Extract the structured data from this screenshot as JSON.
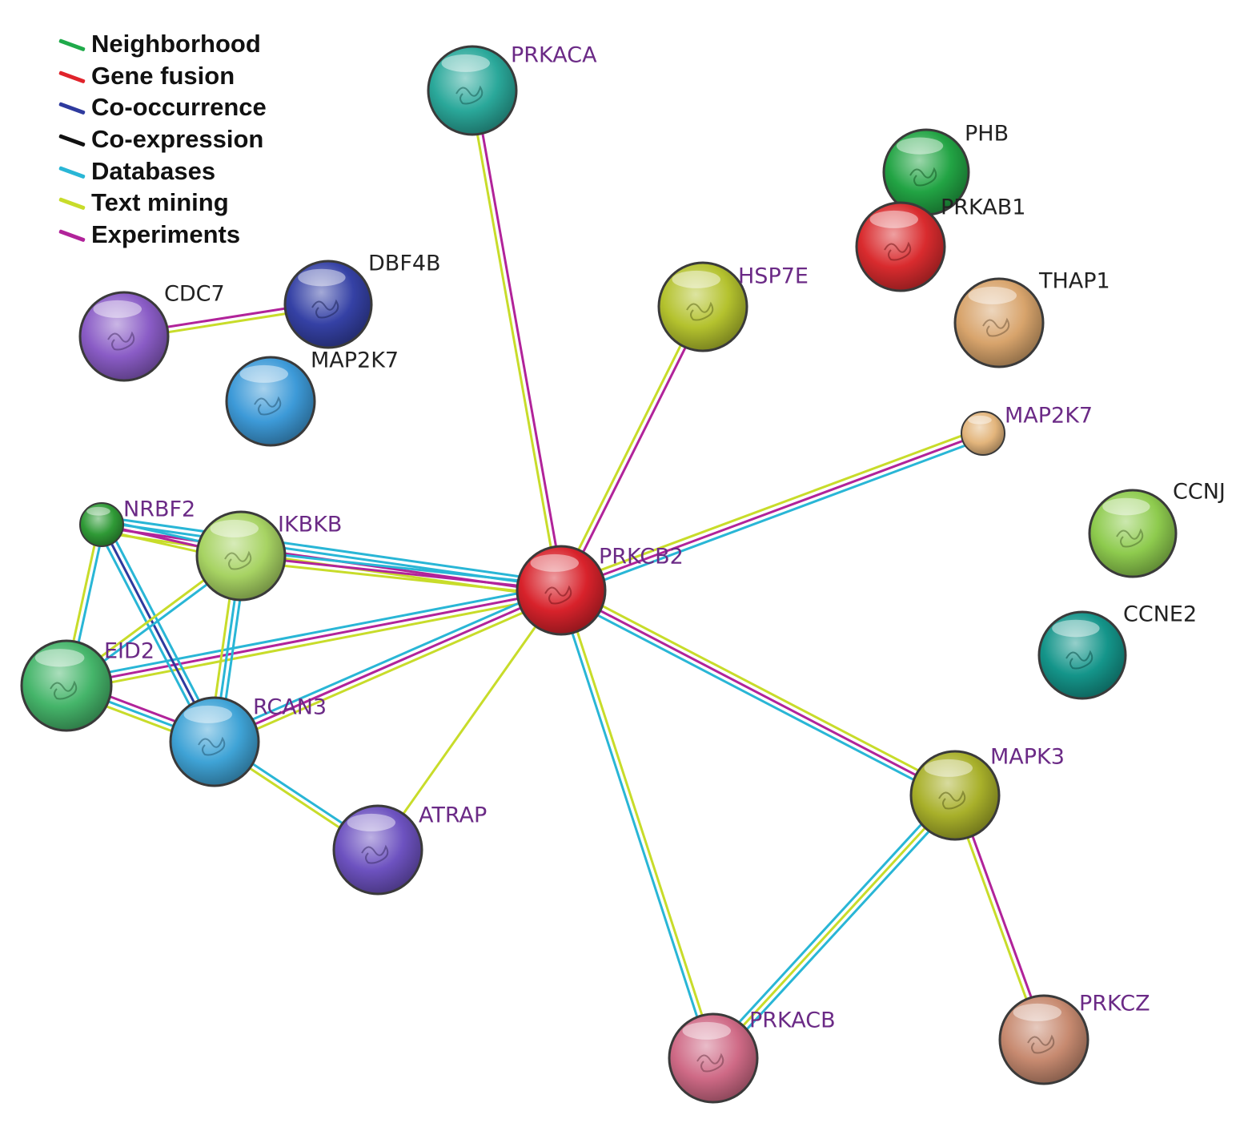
{
  "legend": [
    {
      "label": "Neighborhood",
      "color": "#1faa4a"
    },
    {
      "label": "Gene fusion",
      "color": "#e0232b"
    },
    {
      "label": "Co-occurrence",
      "color": "#2e3a9e"
    },
    {
      "label": "Co-expression",
      "color": "#111111"
    },
    {
      "label": "Databases",
      "color": "#29b6d6"
    },
    {
      "label": "Text mining",
      "color": "#c8dc2a"
    },
    {
      "label": "Experiments",
      "color": "#b1239a"
    }
  ],
  "nodes": [
    {
      "id": "PRKACA",
      "label": "PRKACA",
      "color": "#2aa89a",
      "label_color": "#6b2a86",
      "icon": "protein-structure-sphere"
    },
    {
      "id": "PHB",
      "label": "PHB",
      "color": "#22a444",
      "label_color": "#222222",
      "icon": "protein-structure-sphere"
    },
    {
      "id": "PRKAB1",
      "label": "PRKAB1",
      "color": "#d92b2e",
      "label_color": "#222222",
      "icon": "protein-structure-sphere"
    },
    {
      "id": "DBF4B",
      "label": "DBF4B",
      "color": "#3541a5",
      "label_color": "#222222",
      "icon": "protein-structure-sphere"
    },
    {
      "id": "CDC7",
      "label": "CDC7",
      "color": "#8a5cc6",
      "label_color": "#222222",
      "icon": "protein-structure-sphere"
    },
    {
      "id": "HSP7E",
      "label": "HSP7E",
      "color": "#b4c22e",
      "label_color": "#6b2a86",
      "icon": "protein-structure-sphere"
    },
    {
      "id": "THAP1",
      "label": "THAP1",
      "color": "#d8a46c",
      "label_color": "#222222",
      "icon": "protein-structure-sphere"
    },
    {
      "id": "MAP2K7_a",
      "label": "MAP2K7",
      "color": "#3d9ad8",
      "label_color": "#222222",
      "icon": "protein-structure-sphere"
    },
    {
      "id": "MAP2K7_b",
      "label": "MAP2K7",
      "color": "#e3b57c",
      "label_color": "#6b2a86",
      "icon": "protein-structure-sphere"
    },
    {
      "id": "CCNJ",
      "label": "CCNJ",
      "color": "#8ecb4e",
      "label_color": "#222222",
      "icon": "protein-structure-sphere"
    },
    {
      "id": "CCNE2",
      "label": "CCNE2",
      "color": "#14958a",
      "label_color": "#222222",
      "icon": "protein-structure-sphere"
    },
    {
      "id": "NRBF2",
      "label": "NRBF2",
      "color": "#2f9a36",
      "label_color": "#6b2a86",
      "icon": "protein-structure-sphere"
    },
    {
      "id": "IKBKB",
      "label": "IKBKB",
      "color": "#a7d363",
      "label_color": "#6b2a86",
      "icon": "protein-structure-sphere"
    },
    {
      "id": "PRKCB2",
      "label": "PRKCB2",
      "color": "#d8222b",
      "label_color": "#6b2a86",
      "icon": "protein-structure-sphere"
    },
    {
      "id": "EID2",
      "label": "EID2",
      "color": "#45b56a",
      "label_color": "#6b2a86",
      "icon": "protein-structure-sphere"
    },
    {
      "id": "RCAN3",
      "label": "RCAN3",
      "color": "#3fa3d6",
      "label_color": "#6b2a86",
      "icon": "protein-structure-sphere"
    },
    {
      "id": "ATRAP",
      "label": "ATRAP",
      "color": "#6d52c0",
      "label_color": "#6b2a86",
      "icon": "protein-structure-sphere"
    },
    {
      "id": "MAPK3",
      "label": "MAPK3",
      "color": "#a8b02a",
      "label_color": "#6b2a86",
      "icon": "protein-structure-sphere"
    },
    {
      "id": "PRKACB",
      "label": "PRKACB",
      "color": "#cf6a86",
      "label_color": "#6b2a86",
      "icon": "protein-structure-sphere"
    },
    {
      "id": "PRKCZ",
      "label": "PRKCZ",
      "color": "#c78a70",
      "label_color": "#6b2a86",
      "icon": "protein-structure-sphere"
    }
  ],
  "edges": [
    {
      "source": "PRKACA",
      "target": "PRKCB2",
      "types": [
        "Experiments",
        "Text mining"
      ]
    },
    {
      "source": "HSP7E",
      "target": "PRKCB2",
      "types": [
        "Experiments",
        "Text mining"
      ]
    },
    {
      "source": "MAP2K7_b",
      "target": "PRKCB2",
      "types": [
        "Databases",
        "Experiments",
        "Text mining"
      ]
    },
    {
      "source": "CDC7",
      "target": "DBF4B",
      "types": [
        "Experiments",
        "Text mining"
      ]
    },
    {
      "source": "NRBF2",
      "target": "PRKCB2",
      "types": [
        "Databases",
        "Databases",
        "Experiments",
        "Text mining"
      ]
    },
    {
      "source": "IKBKB",
      "target": "PRKCB2",
      "types": [
        "Databases",
        "Experiments",
        "Text mining"
      ]
    },
    {
      "source": "EID2",
      "target": "PRKCB2",
      "types": [
        "Databases",
        "Experiments",
        "Text mining"
      ]
    },
    {
      "source": "RCAN3",
      "target": "PRKCB2",
      "types": [
        "Databases",
        "Experiments",
        "Text mining"
      ]
    },
    {
      "source": "ATRAP",
      "target": "PRKCB2",
      "types": [
        "Text mining"
      ]
    },
    {
      "source": "MAPK3",
      "target": "PRKCB2",
      "types": [
        "Databases",
        "Experiments",
        "Text mining"
      ]
    },
    {
      "source": "PRKACB",
      "target": "PRKCB2",
      "types": [
        "Databases",
        "Text mining"
      ]
    },
    {
      "source": "MAPK3",
      "target": "PRKACB",
      "types": [
        "Databases",
        "Text mining",
        "Databases"
      ]
    },
    {
      "source": "MAPK3",
      "target": "PRKCZ",
      "types": [
        "Experiments",
        "Text mining"
      ]
    },
    {
      "source": "NRBF2",
      "target": "IKBKB",
      "types": [
        "Databases",
        "Experiments",
        "Text mining"
      ]
    },
    {
      "source": "NRBF2",
      "target": "EID2",
      "types": [
        "Databases",
        "Text mining"
      ]
    },
    {
      "source": "NRBF2",
      "target": "RCAN3",
      "types": [
        "Databases",
        "Co-occurrence",
        "Databases"
      ]
    },
    {
      "source": "IKBKB",
      "target": "EID2",
      "types": [
        "Databases",
        "Text mining"
      ]
    },
    {
      "source": "IKBKB",
      "target": "RCAN3",
      "types": [
        "Databases",
        "Databases",
        "Text mining"
      ]
    },
    {
      "source": "EID2",
      "target": "RCAN3",
      "types": [
        "Experiments",
        "Databases",
        "Text mining"
      ]
    },
    {
      "source": "RCAN3",
      "target": "ATRAP",
      "types": [
        "Databases",
        "Text mining"
      ]
    }
  ]
}
